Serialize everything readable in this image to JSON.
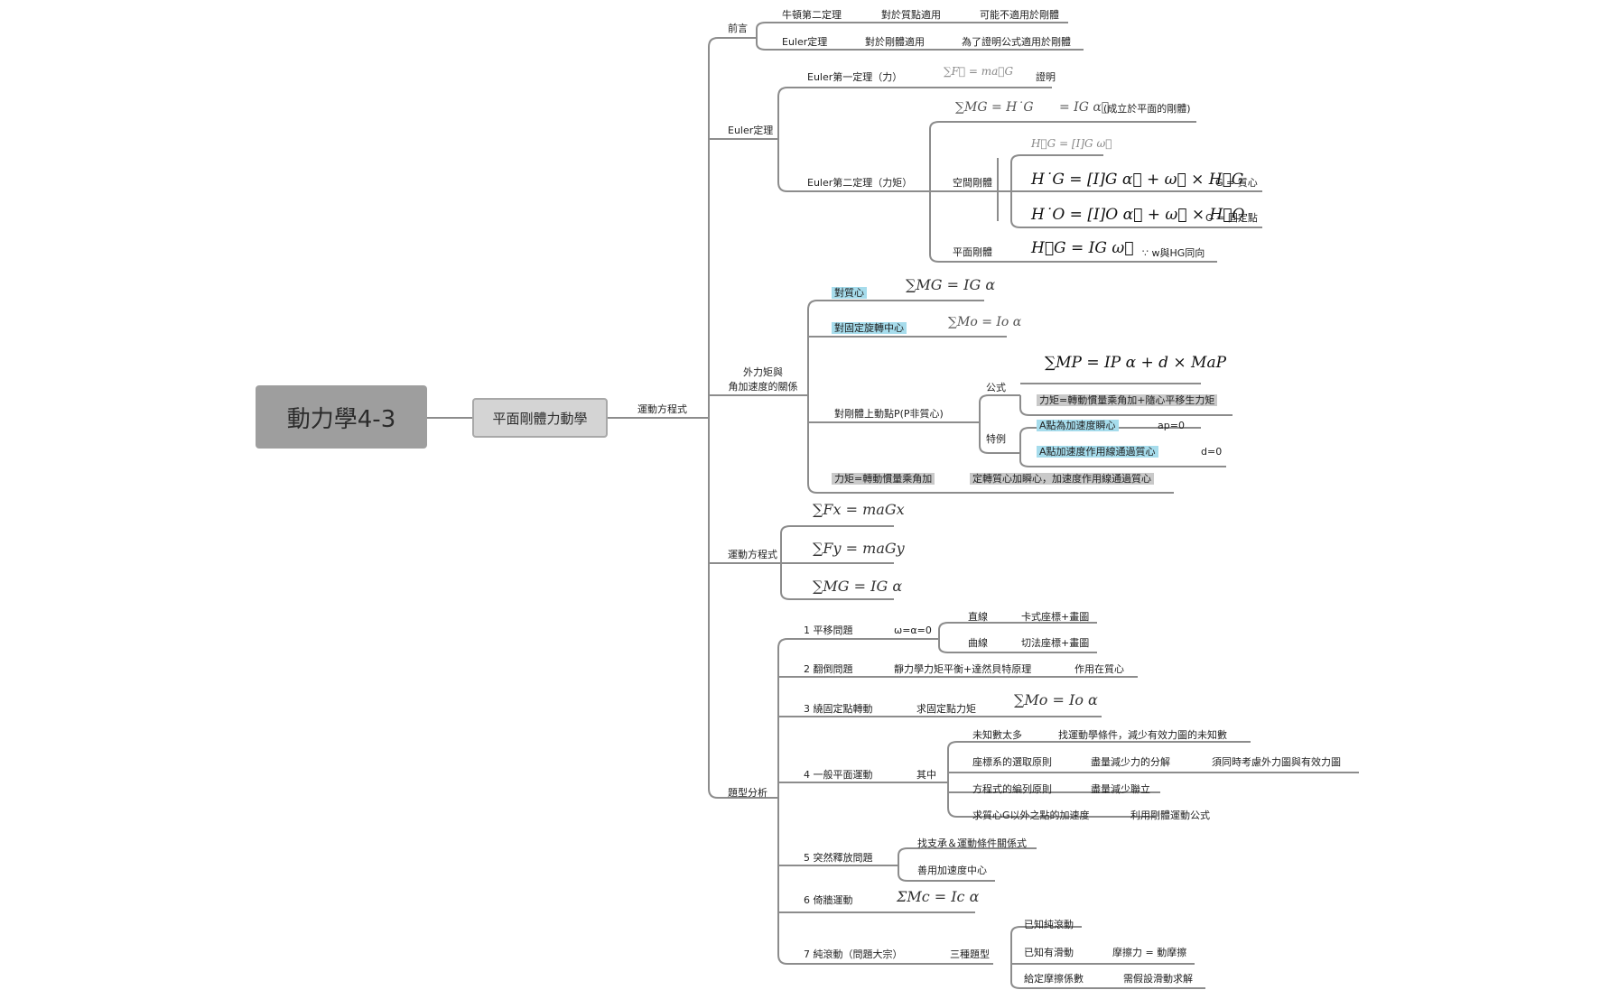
{
  "root": "動力學4-3",
  "main": "平面剛體力動學",
  "branch": "運動方程式",
  "preface": {
    "label": "前言",
    "row1": [
      "牛頓第二定理",
      "對於質點適用",
      "可能不適用於剛體"
    ],
    "row2": [
      "Euler定理",
      "對於剛體適用",
      "為了證明公式適用於剛體"
    ]
  },
  "euler": {
    "label": "Euler定理",
    "first": {
      "label": "Euler第一定理（力）",
      "formula": "∑F⃗ = ma⃗G",
      "note": "證明"
    },
    "second": {
      "label": "Euler第二定理（力矩）",
      "formula": "∑MG = H˙G",
      "result": "= IG α⃗",
      "note": "(成立於平面的剛體)",
      "spatial": {
        "label": "空間剛體",
        "formula0": "H⃗G = [I]G ω⃗",
        "formula1": "H˙G = [I]G α⃗ + ω⃗ × H⃗G",
        "note1": "G = 質心",
        "formula2": "H˙O = [I]O α⃗ + ω⃗ × H⃗O",
        "note2": "O = 固定點"
      },
      "planar": {
        "label": "平面剛體",
        "formula": "H⃗G = IG ω⃗",
        "note": "∵ w與HG同向"
      }
    }
  },
  "moment": {
    "label_line1": "外力矩與",
    "label_line2": "角加速度的關係",
    "about_center": {
      "label": "對質心",
      "formula": "∑MG = IG α"
    },
    "about_fixed": {
      "label": "對固定旋轉中心",
      "formula": "∑Mo = Io α"
    },
    "point_p": {
      "label": "對剛體上動點P(P非質心)",
      "formula_label": "公式",
      "formula": "∑MP = IP α + d × MaP",
      "formula_note": "力矩=轉動慣量乘角加+隨心平移生力矩",
      "special_label": "特例",
      "special1": "A點為加速度瞬心",
      "special1_value": "ap=0",
      "special2": "A點加速度作用線通過質心",
      "special2_value": "d=0"
    },
    "bottom": "力矩=轉動慣量乘角加",
    "bottom_note": "定轉質心加瞬心，加速度作用線通過質心"
  },
  "equations": {
    "label": "運動方程式",
    "fx": "∑Fx = maGx",
    "fy": "∑Fy = maGy",
    "mg": "∑MG = IG α"
  },
  "analysis": {
    "label": "題型分析",
    "p1": {
      "label": "1  平移問題",
      "cond": "ω=α=0",
      "a": "直線",
      "a_note": "卡式座標+畫圖",
      "b": "曲線",
      "b_note": "切法座標+畫圖"
    },
    "p2": {
      "label": "2  翻倒問題",
      "a": "靜力學力矩平衡+達然貝特原理",
      "b": "作用在質心"
    },
    "p3": {
      "label": "3  繞固定點轉動",
      "a": "求固定點力矩",
      "formula": "∑Mo = Io α"
    },
    "p4": {
      "label": "4  一般平面運動",
      "a": "其中",
      "items": [
        [
          "未知數太多",
          "找運動學條件，減少有效力圖的未知數"
        ],
        [
          "座標系的選取原則",
          "盡量減少力的分解",
          "須同時考慮外力圖與有效力圖"
        ],
        [
          "方程式的編列原則",
          "盡量減少聯立"
        ],
        [
          "求質心G以外之點的加速度",
          "利用剛體運動公式"
        ]
      ]
    },
    "p5": {
      "label": "5  突然釋放問題",
      "a": "找支承＆運動條件關係式",
      "b": "善用加速度中心"
    },
    "p6": {
      "label": "6  倚牆運動",
      "formula": "ΣMc = Ic α"
    },
    "p7": {
      "label": "7  純滾動（問題大宗）",
      "a": "三種題型",
      "items": [
        [
          "已知純滾動"
        ],
        [
          "已知有滑動",
          "摩擦力 = 動摩擦"
        ],
        [
          "給定摩擦係數",
          "需假設滑動求解"
        ]
      ]
    }
  }
}
